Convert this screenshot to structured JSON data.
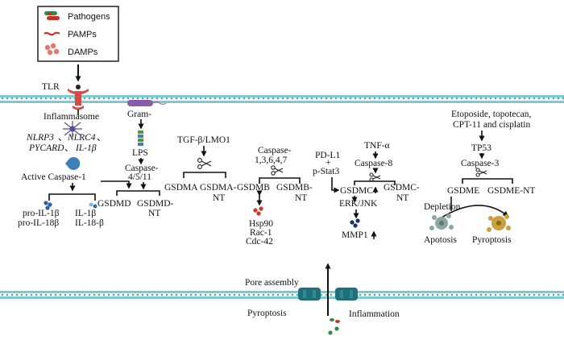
{
  "legend": {
    "pathogens": "Pathogens",
    "pamps": "PAMPs",
    "damps": "DAMPs"
  },
  "nodes": {
    "tlr": "TLR",
    "inflammasome": "Inflammasome",
    "nlrp3": "NLRP3",
    "nlrc4": "NLRC4",
    "pycard": "PYCARD",
    "il1b_gene": "IL-1β",
    "sep1": "、",
    "sep2": "、",
    "sep3": "、",
    "active_caspase1": "Active Caspase-1",
    "pro_il1b": "pro-IL-1β",
    "pro_il18b": "pro-IL-18β",
    "il1b": "IL-1β",
    "il18b": "IL-18-β",
    "gram": "Gram-",
    "lps": "LPS",
    "caspase_4511_a": "Caspase-",
    "caspase_4511_b": "4/5/11",
    "gsdmd": "GSDMD",
    "gsdmd_nt_a": "GSDMD-",
    "gsdmd_nt_b": "NT",
    "tgfb": "TGF-β/LMO1",
    "gsdma": "GSDMA",
    "gsdma_nt_a": "GSDMA-",
    "gsdma_nt_b": "NT",
    "caspase_1367_a": "Caspase-",
    "caspase_1367_b": "1,3,6,4,7",
    "gsdmb": "GSDMB",
    "gsdmb_nt_a": "GSDMB-",
    "gsdmb_nt_b": "NT",
    "hsp90": "Hsp90",
    "rac1": "Rac-1",
    "cdc42": "Cdc-42",
    "pdl1": "PD-L1",
    "plus": "+",
    "pstat3": "p-Stat3",
    "tnfa": "TNF-α",
    "caspase8": "Caspase-8",
    "gsdmc": "GSDMC",
    "gsdmc_nt_a": "GSDMC-",
    "gsdmc_nt_b": "NT",
    "erkjnk": "ERK/JNK",
    "mmp1": "MMP1",
    "chemo_a": "Etoposide, topotecan,",
    "chemo_b": "CPT-11 and cisplatin",
    "tp53": "TP53",
    "caspase3": "Caspase-3",
    "gsdme": "GSDME",
    "gsdme_nt": "GSDME-NT",
    "depletion": "Depletion",
    "apotosis": "Apotosis",
    "pyroptosis_cell": "Pyroptosis",
    "pore_assembly": "Pore assembly",
    "pyroptosis": "Pyroptosis",
    "inflammation": "Inflammation"
  },
  "colors": {
    "membrane": "#7fc8d4",
    "membrane_dot": "#4ea8b8",
    "pore": "#1f6e7a",
    "tlr": "#d84a44",
    "pathogen_green": "#2f8a4c",
    "pathogen_red": "#c8322b",
    "damp": "#e07a6e",
    "caspase_blue": "#3d7fb8",
    "gram_purple": "#8a5aa8",
    "lps_green": "#4c9a3a",
    "hsp_red": "#c83a2a",
    "mmp_navy": "#1c2f63",
    "il_blue": "#2c5fa3",
    "il_light": "#7fb6e0",
    "apotosis_cell": "#8aa8a0",
    "pyroptosis_cell": "#c8a040"
  }
}
